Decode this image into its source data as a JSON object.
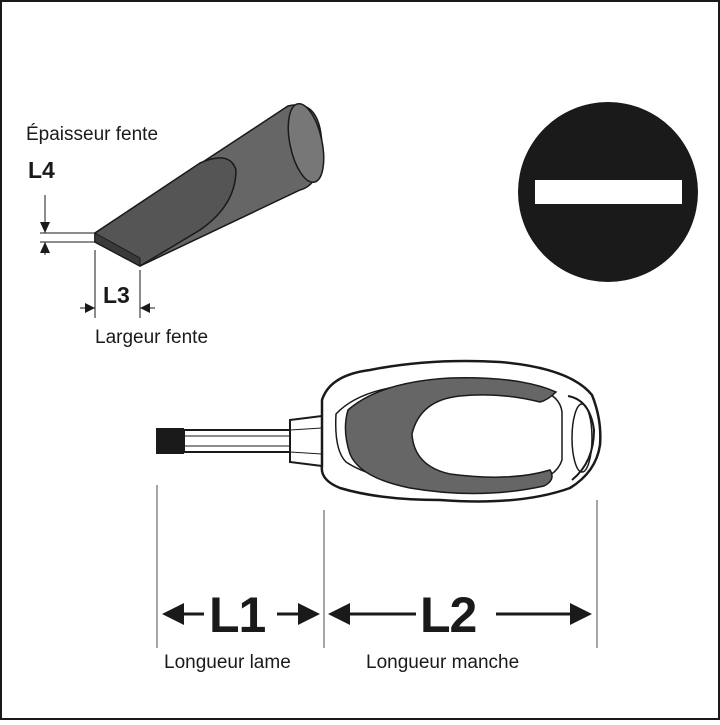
{
  "colors": {
    "ink": "#1a1a1a",
    "fill_dark": "#555555",
    "fill_mid": "#8a8a8a",
    "paper": "#ffffff"
  },
  "icons": [
    "slotted-tip-icon",
    "screwdriver-drawing",
    "blade-tip-drawing"
  ],
  "labels": {
    "epaisseur": "Épaisseur fente",
    "l4": "L4",
    "l3": "L3",
    "largeur": "Largeur fente",
    "l1": "L1",
    "l2": "L2",
    "longueur_lame": "Longueur lame",
    "longueur_manche": "Longueur manche"
  }
}
